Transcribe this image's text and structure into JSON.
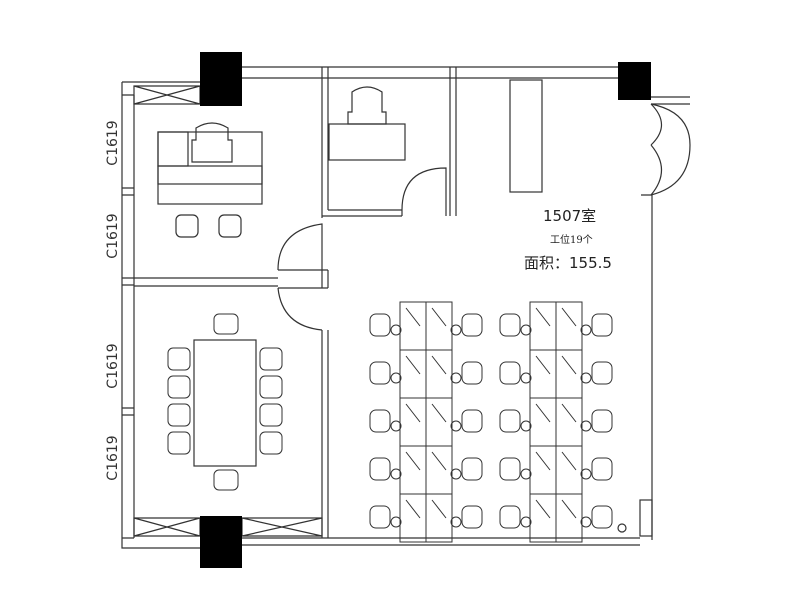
{
  "room": {
    "number": "1507室",
    "workstations": "工位19个",
    "area": "面积：155.5"
  },
  "windows": [
    "C1619",
    "C1619",
    "C1619",
    "C1619"
  ],
  "colors": {
    "line": "#333333",
    "column": "#000000",
    "background": "#ffffff"
  }
}
